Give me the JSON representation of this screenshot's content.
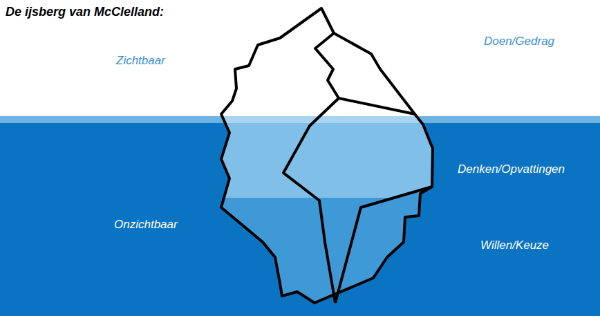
{
  "diagram": {
    "title": "De ijsberg van McClelland:",
    "labels": [
      "Zichtbaar",
      "Doen/Gedrag",
      "Onzichtbaar",
      "Denken/Opvattingen",
      "Willen/Keuze"
    ]
  }
}
